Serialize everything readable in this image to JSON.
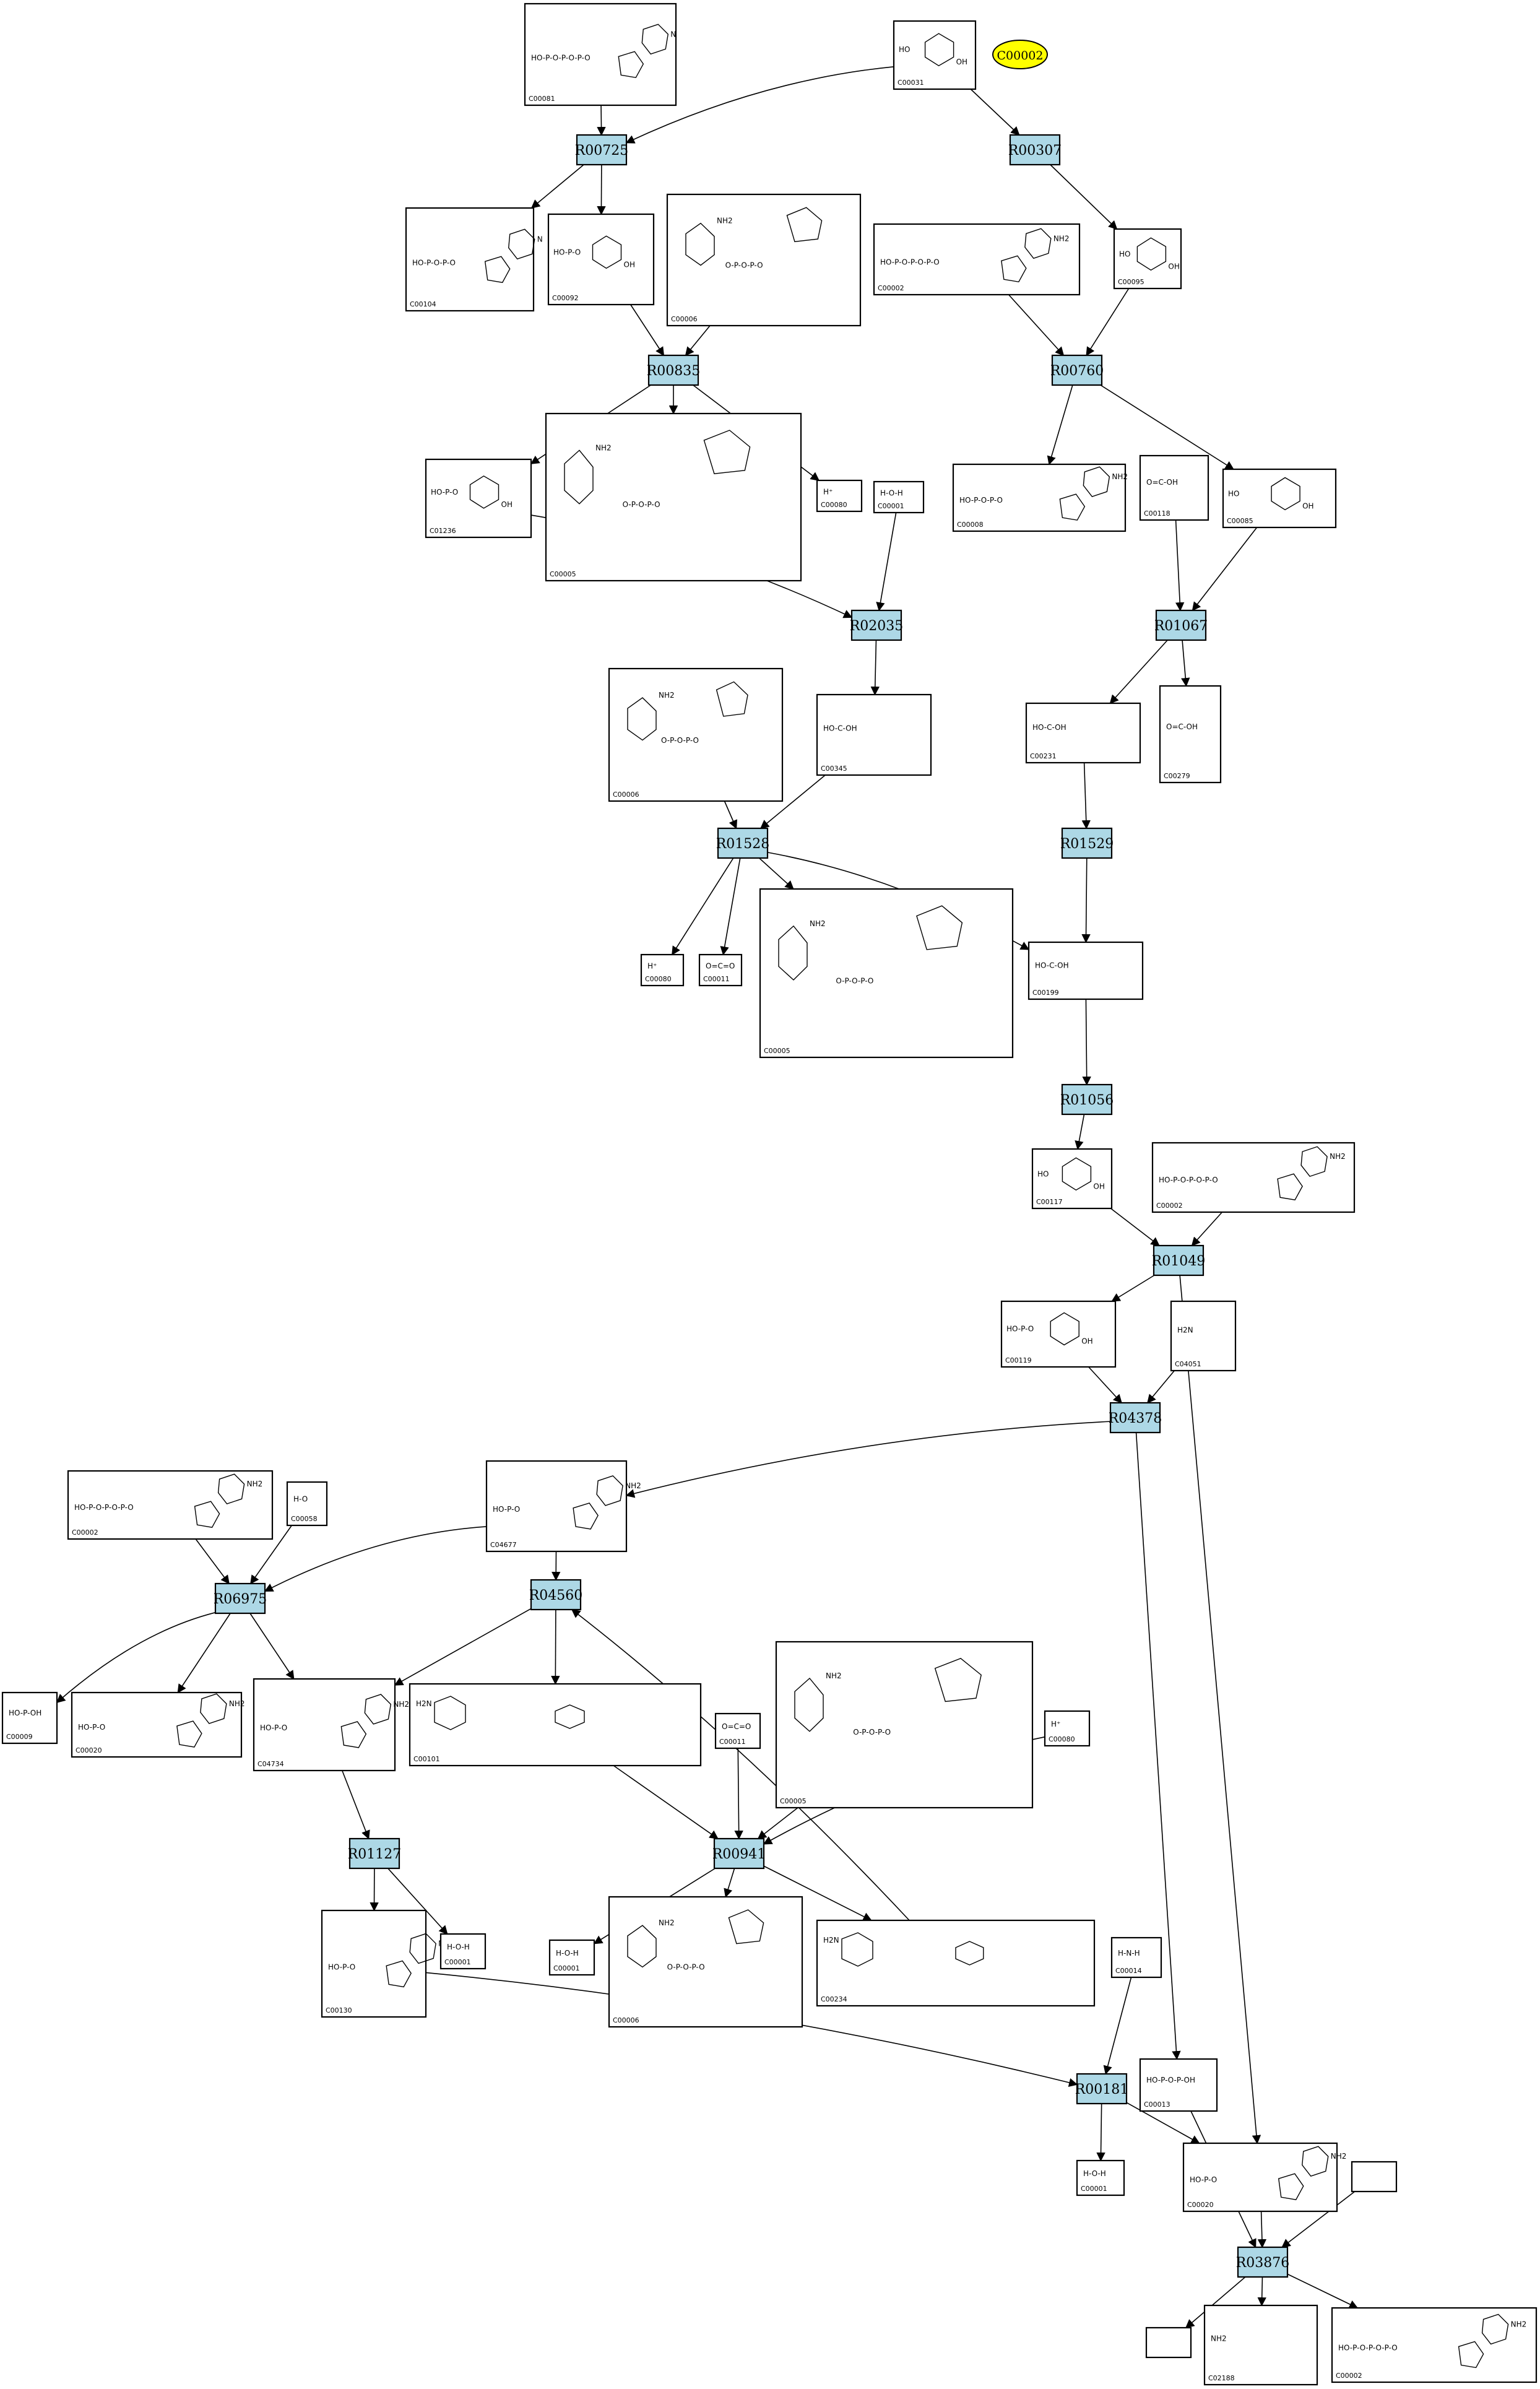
{
  "reactions": [
    {
      "id": "r1",
      "label": "R00725"
    },
    {
      "id": "r2",
      "label": "R00307"
    },
    {
      "id": "r3",
      "label": "R00835"
    },
    {
      "id": "r4",
      "label": "R00760"
    },
    {
      "id": "r5",
      "label": "R02035"
    },
    {
      "id": "r6",
      "label": "R01067"
    },
    {
      "id": "r7",
      "label": "R01528"
    },
    {
      "id": "r8",
      "label": "R01529"
    },
    {
      "id": "r9",
      "label": "R01056"
    },
    {
      "id": "r10",
      "label": "R01049"
    },
    {
      "id": "r11",
      "label": "R04378"
    },
    {
      "id": "r12",
      "label": "R06975"
    },
    {
      "id": "r13",
      "label": "R04560"
    },
    {
      "id": "r14",
      "label": "R01127"
    },
    {
      "id": "r15",
      "label": "R00941"
    },
    {
      "id": "r16",
      "label": "R00181"
    },
    {
      "id": "r17",
      "label": "R03876"
    }
  ],
  "highlight": {
    "label": "C00002",
    "color": "#ffff00"
  },
  "compounds": [
    {
      "id": "c1",
      "cid": "C00081",
      "kind": "nucleotide",
      "s": {
        "p": "HO-P-O-P-O-P-O",
        "b": "N"
      }
    },
    {
      "id": "c2",
      "cid": "C00031",
      "kind": "sugar",
      "s": {
        "l": "HO",
        "r": "OH"
      }
    },
    {
      "id": "c3",
      "cid": "C00104",
      "kind": "nucleotide",
      "s": {
        "p": "HO-P-O-P-O",
        "b": "N"
      }
    },
    {
      "id": "c4",
      "cid": "C00092",
      "kind": "sugar6p",
      "s": {
        "p": "HO-P-O",
        "r": "OH"
      }
    },
    {
      "id": "c5",
      "cid": "C00006",
      "kind": "nad",
      "s": {
        "a": "NH2",
        "p": "O-P-O-P-O"
      }
    },
    {
      "id": "c6",
      "cid": "C00002",
      "kind": "atp",
      "s": {
        "p": "HO-P-O-P-O-P-O",
        "b": "NH2"
      }
    },
    {
      "id": "c7",
      "cid": "C00095",
      "kind": "sugar",
      "s": {
        "l": "HO",
        "r": "OH"
      }
    },
    {
      "id": "c8",
      "cid": "C01236",
      "kind": "sugar6p",
      "s": {
        "p": "HO-P-O",
        "r": "OH"
      }
    },
    {
      "id": "c9",
      "cid": "C00005",
      "kind": "nad",
      "s": {
        "a": "NH2",
        "p": "O-P-O-P-O"
      }
    },
    {
      "id": "c10",
      "cid": "C00080",
      "kind": "ion",
      "s": {
        "t": "H⁺"
      }
    },
    {
      "id": "c11",
      "cid": "C00001",
      "kind": "water",
      "s": {
        "t": "H-O-H"
      }
    },
    {
      "id": "c12",
      "cid": "C00008",
      "kind": "atp",
      "s": {
        "p": "HO-P-O-P-O",
        "b": "NH2"
      }
    },
    {
      "id": "c13",
      "cid": "C00118",
      "kind": "small",
      "s": {
        "t": "O=C-OH"
      }
    },
    {
      "id": "c14",
      "cid": "C00085",
      "kind": "sugar",
      "s": {
        "l": "HO",
        "r": "OH"
      }
    },
    {
      "id": "c15",
      "cid": "C00006",
      "kind": "nad",
      "s": {
        "a": "NH2",
        "p": "O-P-O-P-O"
      }
    },
    {
      "id": "c16",
      "cid": "C00345",
      "kind": "chain",
      "s": {
        "t": "HO-C-OH"
      }
    },
    {
      "id": "c17",
      "cid": "C00231",
      "kind": "chain",
      "s": {
        "t": "HO-C-OH"
      }
    },
    {
      "id": "c18",
      "cid": "C00279",
      "kind": "small",
      "s": {
        "t": "O=C-OH"
      }
    },
    {
      "id": "c19",
      "cid": "C00080",
      "kind": "ion",
      "s": {
        "t": "H⁺"
      }
    },
    {
      "id": "c20",
      "cid": "C00011",
      "kind": "ion",
      "s": {
        "t": "O=C=O"
      }
    },
    {
      "id": "c21",
      "cid": "C00005",
      "kind": "nad",
      "s": {
        "a": "NH2",
        "p": "O-P-O-P-O"
      }
    },
    {
      "id": "c22",
      "cid": "C00199",
      "kind": "chain",
      "s": {
        "t": "HO-C-OH"
      }
    },
    {
      "id": "c23",
      "cid": "C00117",
      "kind": "sugar",
      "s": {
        "l": "HO",
        "r": "OH"
      }
    },
    {
      "id": "c24",
      "cid": "C00002",
      "kind": "atp",
      "s": {
        "p": "HO-P-O-P-O-P-O",
        "b": "NH2"
      }
    },
    {
      "id": "c25",
      "cid": "C00119",
      "kind": "sugar",
      "s": {
        "l": "HO-P-O",
        "r": "OH"
      }
    },
    {
      "id": "c26",
      "cid": "C04051",
      "kind": "small",
      "s": {
        "t": "H2N"
      }
    },
    {
      "id": "c27",
      "cid": "C00002",
      "kind": "atp",
      "s": {
        "p": "HO-P-O-P-O-P-O",
        "b": "NH2"
      }
    },
    {
      "id": "c28",
      "cid": "C00058",
      "kind": "small",
      "s": {
        "t": "H-O"
      }
    },
    {
      "id": "c29",
      "cid": "C04677",
      "kind": "nucleotide",
      "s": {
        "p": "HO-P-O",
        "b": "NH2"
      }
    },
    {
      "id": "c30",
      "cid": "C00009",
      "kind": "small",
      "s": {
        "t": "HO-P-OH"
      }
    },
    {
      "id": "c31",
      "cid": "C00020",
      "kind": "atp",
      "s": {
        "p": "HO-P-O",
        "b": "NH2"
      }
    },
    {
      "id": "c32",
      "cid": "C04734",
      "kind": "nucleotide",
      "s": {
        "p": "HO-P-O",
        "b": "NH2"
      }
    },
    {
      "id": "c33",
      "cid": "C00101",
      "kind": "folate",
      "s": {
        "t": "H2N"
      }
    },
    {
      "id": "c34",
      "cid": "C00011",
      "kind": "ion",
      "s": {
        "t": "O=C=O"
      }
    },
    {
      "id": "c35",
      "cid": "C00005",
      "kind": "nad",
      "s": {
        "a": "NH2",
        "p": "O-P-O-P-O"
      }
    },
    {
      "id": "c36",
      "cid": "C00080",
      "kind": "ion",
      "s": {
        "t": "H⁺"
      }
    },
    {
      "id": "c37",
      "cid": "C00130",
      "kind": "nucleotide",
      "s": {
        "p": "HO-P-O",
        "b": "N"
      }
    },
    {
      "id": "c38",
      "cid": "C00001",
      "kind": "water",
      "s": {
        "t": "H-O-H"
      }
    },
    {
      "id": "c39",
      "cid": "C00001",
      "kind": "water",
      "s": {
        "t": "H-O-H"
      }
    },
    {
      "id": "c40",
      "cid": "C00006",
      "kind": "nad",
      "s": {
        "a": "NH2",
        "p": "O-P-O-P-O"
      }
    },
    {
      "id": "c41",
      "cid": "C00234",
      "kind": "folate",
      "s": {
        "t": "H2N"
      }
    },
    {
      "id": "c42",
      "cid": "C00014",
      "kind": "water",
      "s": {
        "t": "H-N-H"
      }
    },
    {
      "id": "c43",
      "cid": "C00013",
      "kind": "small",
      "s": {
        "t": "HO-P-O-P-OH"
      }
    },
    {
      "id": "c44",
      "cid": "C00001",
      "kind": "water",
      "s": {
        "t": "H-O-H"
      }
    },
    {
      "id": "c45",
      "cid": "C00020",
      "kind": "atp",
      "s": {
        "p": "HO-P-O",
        "b": "NH2"
      }
    },
    {
      "id": "c46",
      "cid": "",
      "kind": "empty",
      "s": {}
    },
    {
      "id": "c47",
      "cid": "",
      "kind": "empty",
      "s": {}
    },
    {
      "id": "c48",
      "cid": "C02188",
      "kind": "small",
      "s": {
        "t": "NH2"
      }
    },
    {
      "id": "c49",
      "cid": "C00002",
      "kind": "atp",
      "s": {
        "p": "HO-P-O-P-O-P-O",
        "b": "NH2"
      }
    }
  ]
}
